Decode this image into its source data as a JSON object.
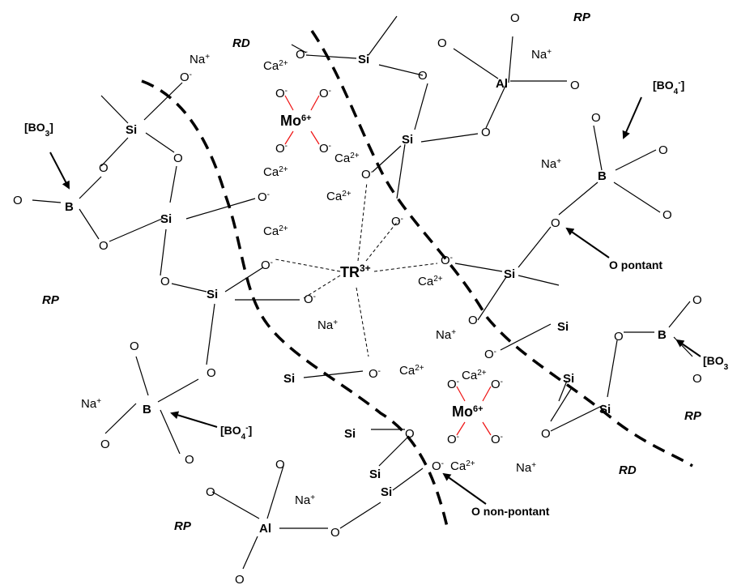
{
  "colors": {
    "bond": "#000000",
    "rp": "#1a1adb",
    "rd": "#f5a623",
    "mo": "#ee1111",
    "tr": "#8b1a8b",
    "text": "#000000"
  },
  "labels": {
    "tr": "TR",
    "tr_sup": "3+",
    "mo": "Mo",
    "mo_sup": "6+",
    "rp": "RP",
    "rd": "RD",
    "o_pontant": "O pontant",
    "o_non_pontant": "O non-pontant",
    "bo3": "[BO3]",
    "bo4": "[BO4-]",
    "bo3_cut": "[BO3"
  }
}
